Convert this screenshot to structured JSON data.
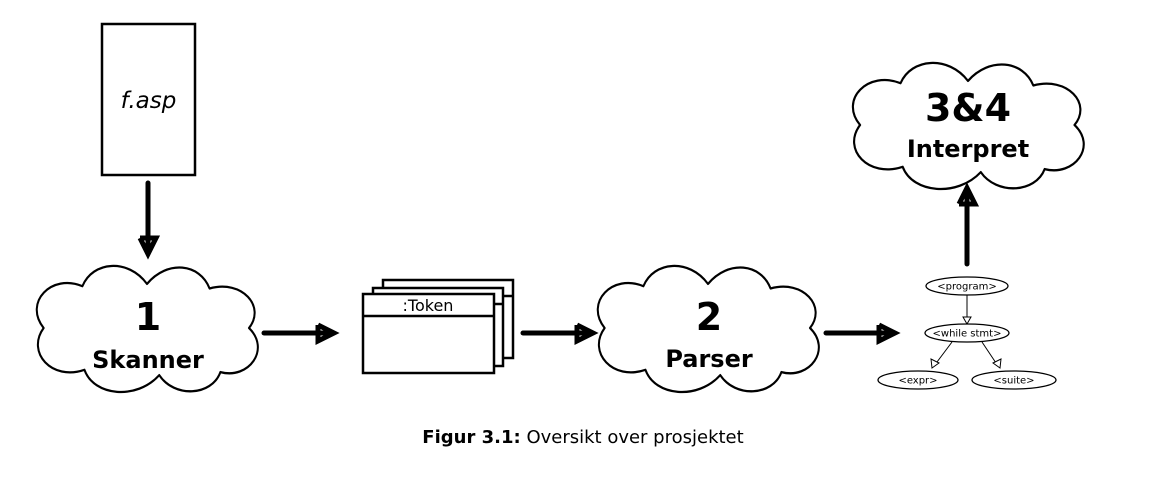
{
  "file": {
    "label": "f.asp"
  },
  "scanner": {
    "number": "1",
    "label": "Skanner"
  },
  "tokens": {
    "label": ":Token"
  },
  "parser": {
    "number": "2",
    "label": "Parser"
  },
  "interpreter": {
    "number": "3&4",
    "label": "Interpret"
  },
  "syntax_tree": {
    "root": "<program>",
    "statement": "<while stmt>",
    "left_child": "<expr>",
    "right_child": "<suite>"
  },
  "caption": {
    "prefix": "Figur 3.1:",
    "text": "Oversikt over prosjektet"
  }
}
